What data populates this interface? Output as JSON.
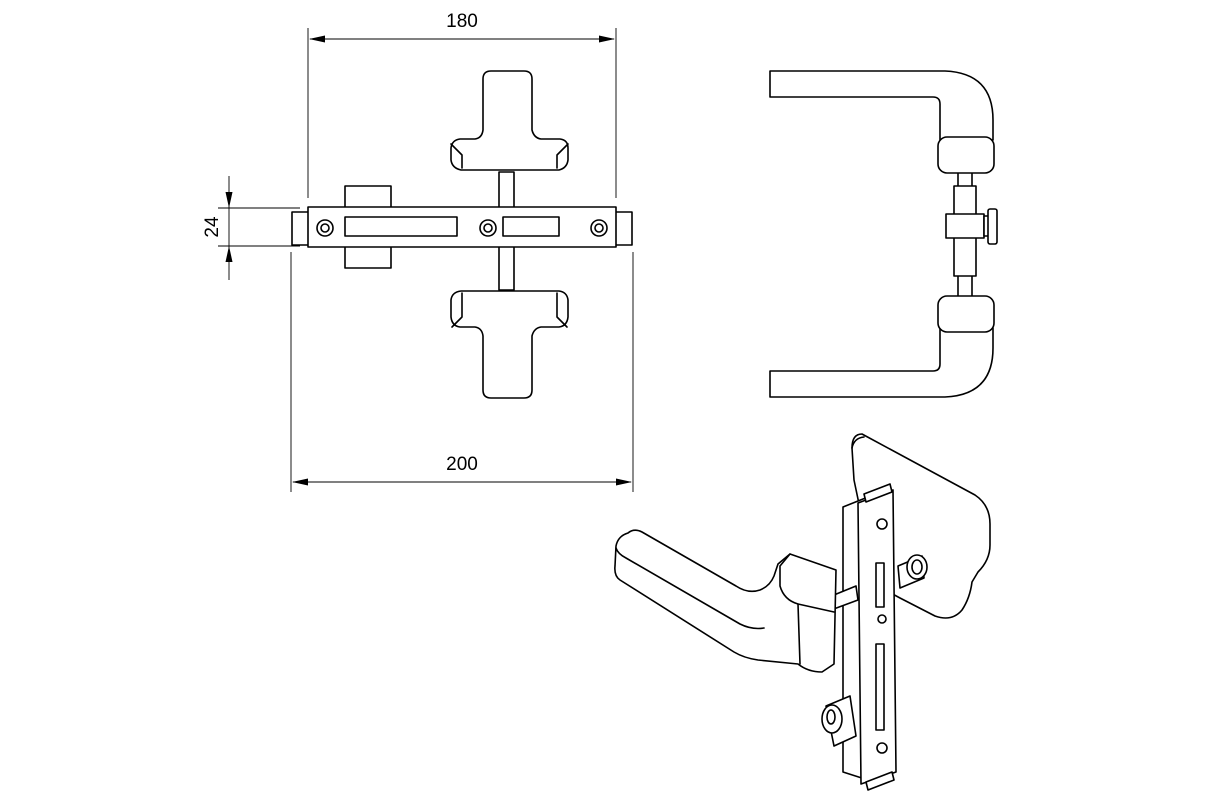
{
  "dimensions": {
    "top_width": "180",
    "bottom_width": "200",
    "height": "24"
  }
}
